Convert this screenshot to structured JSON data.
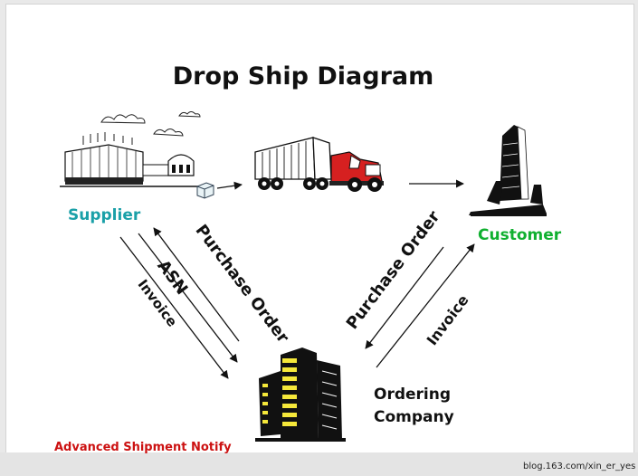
{
  "title": "Drop Ship Diagram",
  "nodes": {
    "supplier": "Supplier",
    "customer": "Customer",
    "ordering_company_line1": "Ordering",
    "ordering_company_line2": "Company"
  },
  "edges": {
    "purchase_order_left": "Purchase Order",
    "asn": "ASN",
    "invoice_left": "Invoice",
    "purchase_order_right": "Purchase Order",
    "invoice_right": "Invoice"
  },
  "footnote": "Advanced Shipment Notify",
  "watermark": "blog.163.com/xin_er_yes",
  "colors": {
    "supplier": "#1aa0a8",
    "customer": "#10b030",
    "footnote": "#cc1111",
    "ink": "#111111",
    "truck_red": "#d62020",
    "building_yellow": "#f5e83a"
  },
  "icons": {
    "supplier": "factory-icon",
    "truck": "truck-icon",
    "package": "package-icon",
    "customer": "skyscraper-icon",
    "ordering_company": "office-building-icon"
  }
}
